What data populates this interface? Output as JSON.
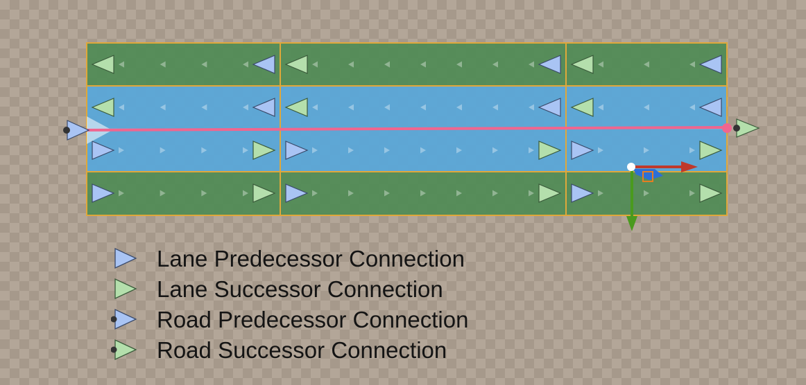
{
  "colors": {
    "lane_predecessor": "#a9c4f4",
    "lane_successor": "#b4dfac",
    "sidewalk_lane": "#4f8b55",
    "driving_lane": "#5aa6d8",
    "lane_border": "#e0a83a",
    "reference_line": "#f0668f",
    "gizmo_x": "#c0392b",
    "gizmo_y": "#4a9a1e",
    "gizmo_z": "#2d6fd6"
  },
  "legend": {
    "items": [
      {
        "kind": "lane-predecessor",
        "icon": "lane-predecessor-arrow-icon",
        "label": "Lane Predecessor Connection"
      },
      {
        "kind": "lane-successor",
        "icon": "lane-successor-arrow-icon",
        "label": "Lane Successor Connection"
      },
      {
        "kind": "road-predecessor",
        "icon": "road-predecessor-arrow-icon",
        "label": "Road Predecessor Connection"
      },
      {
        "kind": "road-successor",
        "icon": "road-successor-arrow-icon",
        "label": "Road Successor Connection"
      }
    ]
  }
}
